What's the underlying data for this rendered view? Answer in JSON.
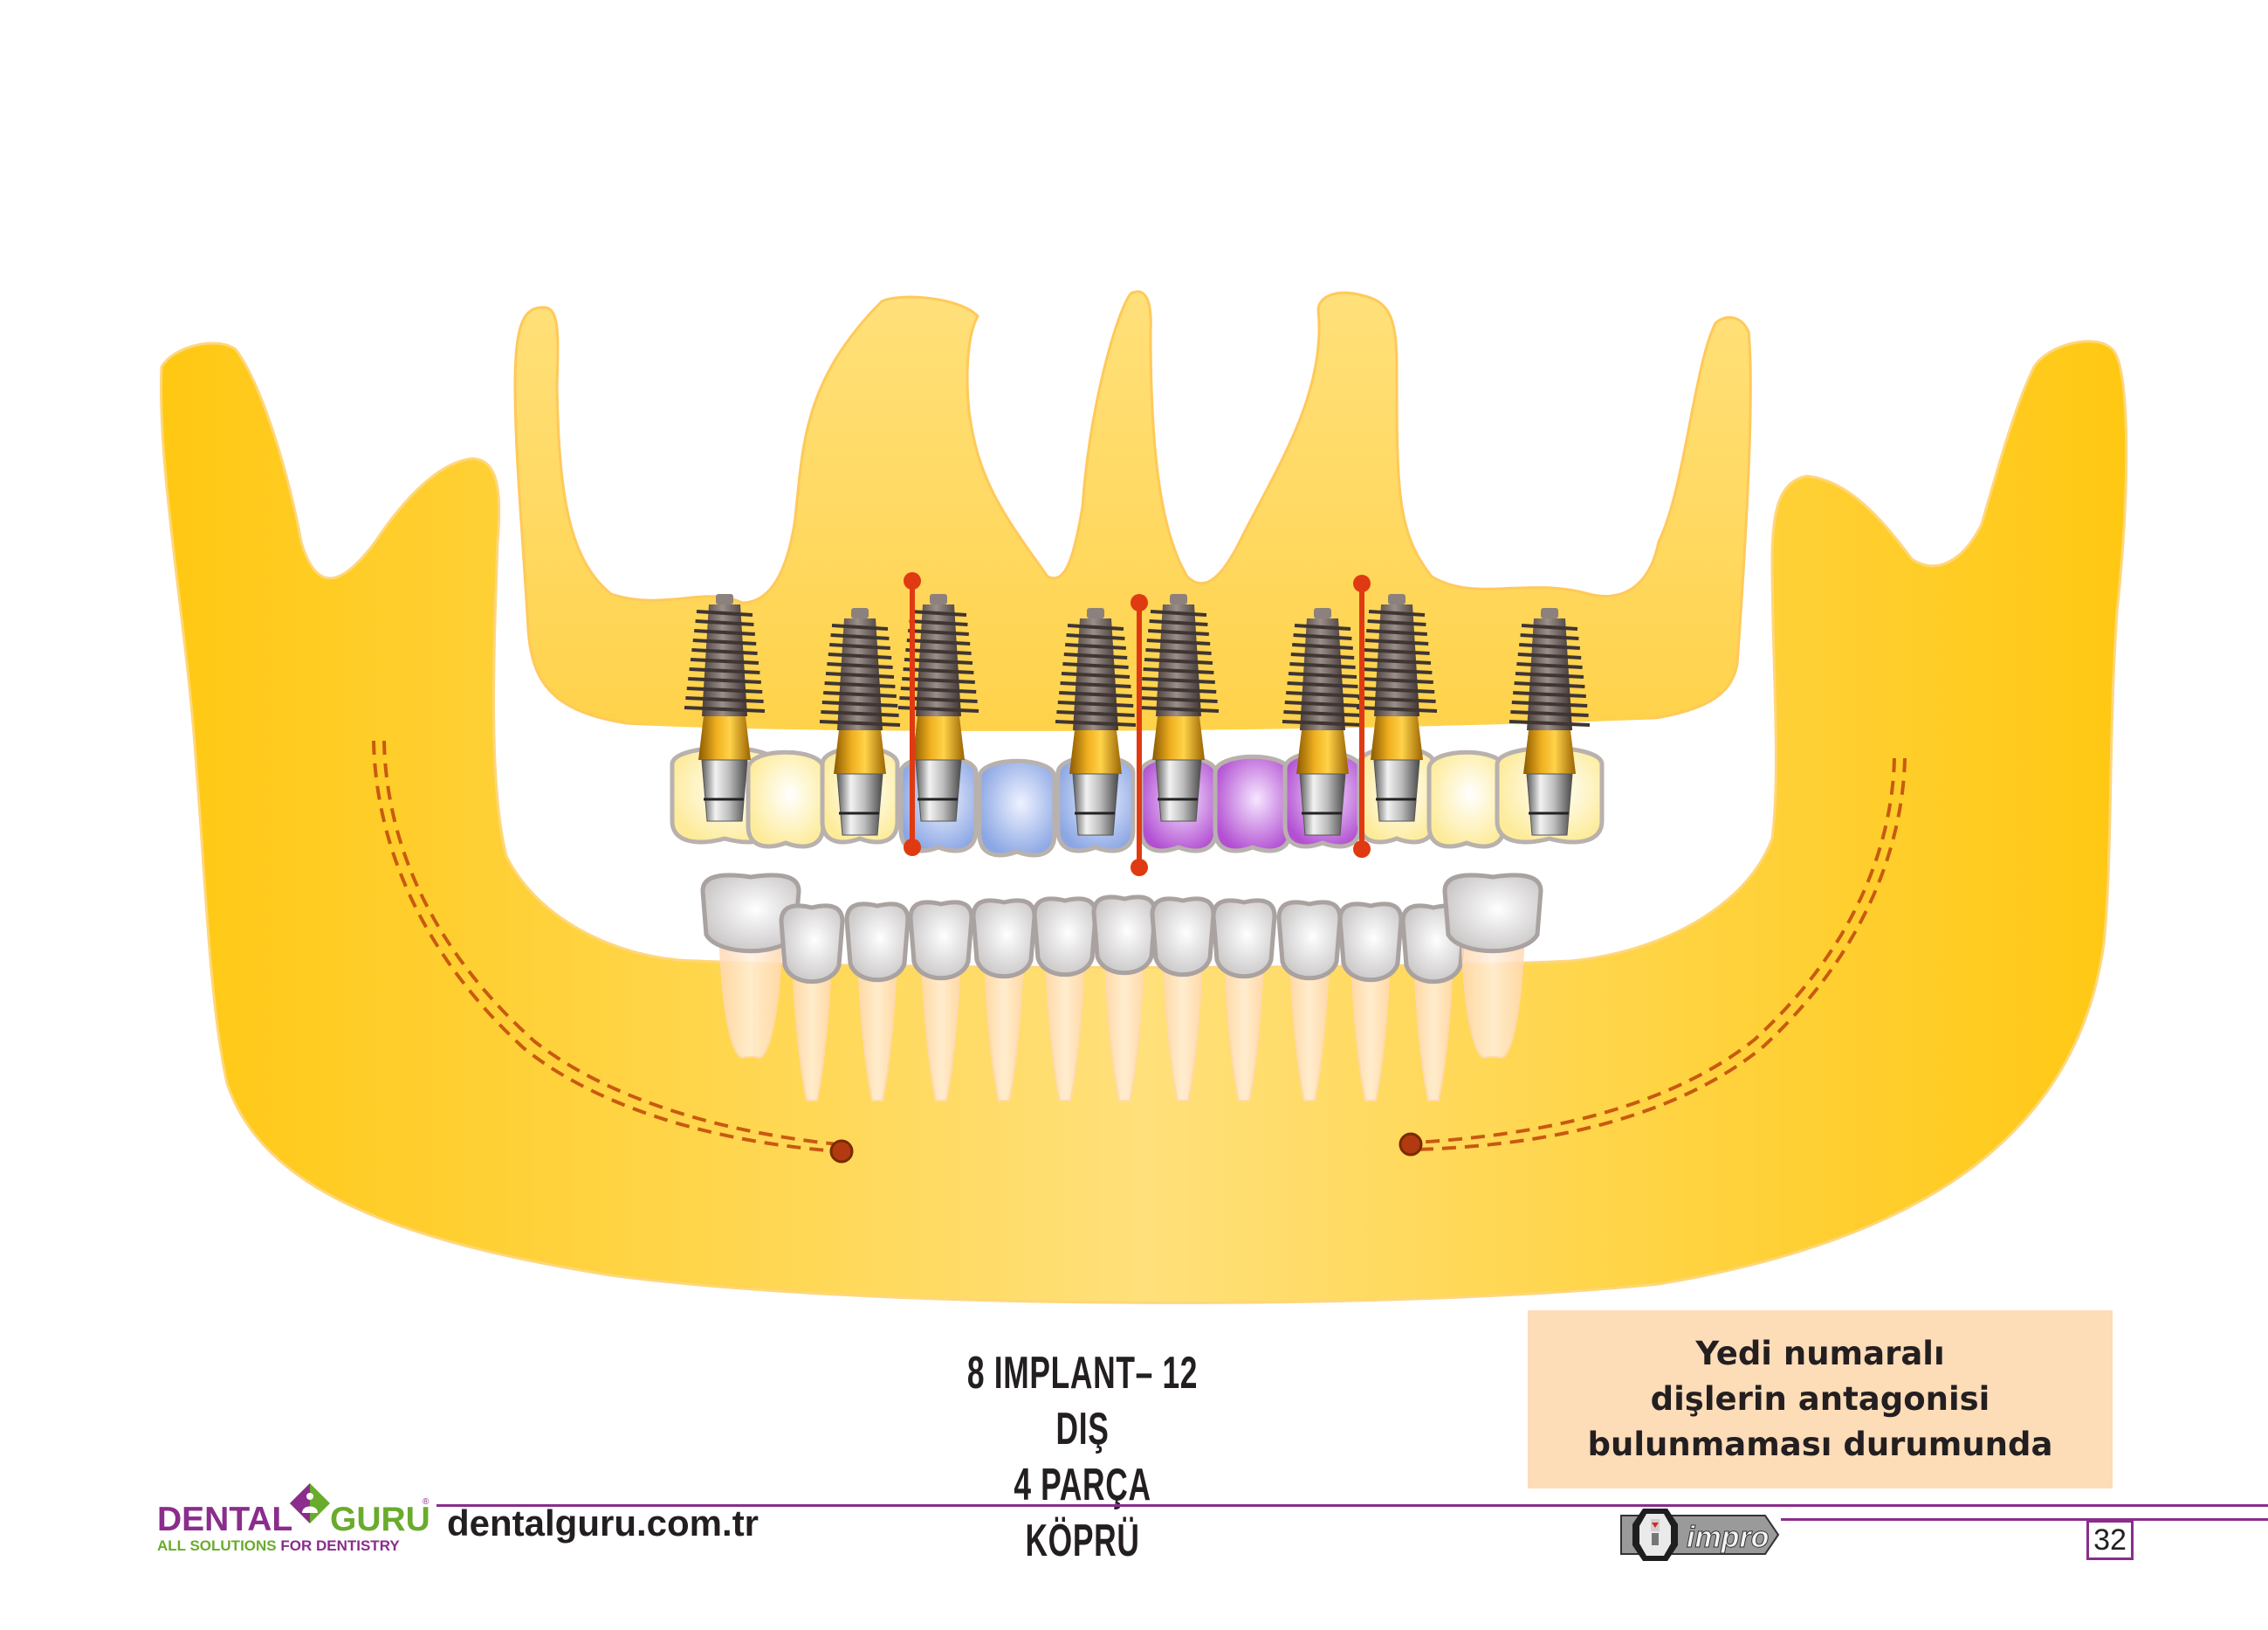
{
  "caption": {
    "line1": "8 IMPLANT– 12 DIŞ",
    "line2": "4 PARÇA KÖPRÜ"
  },
  "note_box": {
    "line1": "Yedi numaralı",
    "line2": "dişlerin antagonisi",
    "line3": "bulunmaması durumunda",
    "background_color": "#fddcb8"
  },
  "footer": {
    "brand_left": "DENTAL",
    "brand_right": "GURU",
    "brand_registered": "®",
    "tagline_part1": "ALL SOLUTIONS ",
    "tagline_part2": "FOR DENTISTRY",
    "website": "dentalguru.com.tr",
    "partner_logo": "impro",
    "page_number": "32",
    "accent_color": "#8a2d8c",
    "secondary_color": "#6aab2e"
  },
  "diagram": {
    "implant_count": 8,
    "tooth_count": 12,
    "bridge_segments": 4,
    "upper_teeth": [
      {
        "bridge": 1,
        "implant": true,
        "color": "yellow"
      },
      {
        "bridge": 1,
        "implant": false,
        "color": "yellow"
      },
      {
        "bridge": 1,
        "implant": true,
        "color": "yellow"
      },
      {
        "bridge": 2,
        "implant": true,
        "color": "blue"
      },
      {
        "bridge": 2,
        "implant": false,
        "color": "blue"
      },
      {
        "bridge": 2,
        "implant": true,
        "color": "blue"
      },
      {
        "bridge": 3,
        "implant": true,
        "color": "purple"
      },
      {
        "bridge": 3,
        "implant": false,
        "color": "purple"
      },
      {
        "bridge": 3,
        "implant": true,
        "color": "purple"
      },
      {
        "bridge": 4,
        "implant": true,
        "color": "yellow"
      },
      {
        "bridge": 4,
        "implant": false,
        "color": "yellow"
      },
      {
        "bridge": 4,
        "implant": true,
        "color": "yellow"
      }
    ],
    "bridge_colors": {
      "yellow": "#fdf0a8",
      "blue": "#9bb4ea",
      "purple": "#b85fd6"
    },
    "divider_color": "#e03a12",
    "bone_color": "#ffd24a",
    "lower_teeth_count": 13
  }
}
